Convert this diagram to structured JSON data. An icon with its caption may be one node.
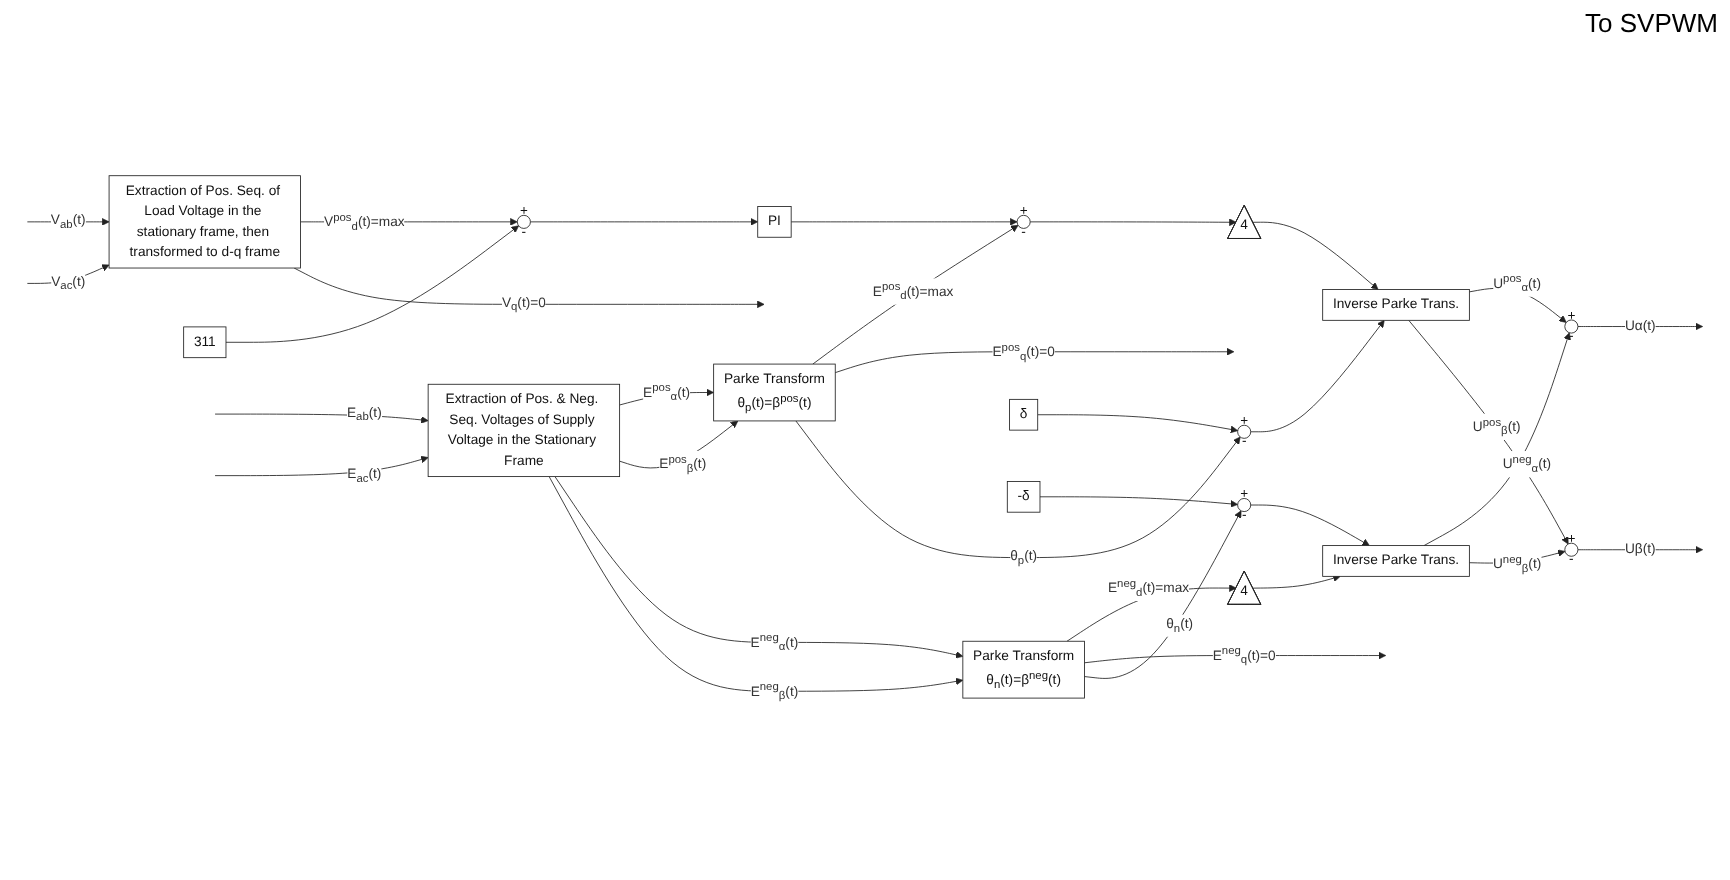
{
  "diagram": {
    "nodes": [
      {
        "text": [
          "Extraction of Pos. & Neg. Seq. Voltages of Supply Voltage in the Stationary Frame"
        ]
      },
      {
        "text": [
          "Parke Transform",
          "θ$_{p}$(t)=β$^{pos}$(t)"
        ]
      },
      {
        "text": [
          "Parke Transform",
          "θ$_{n}$(t)=β$^{neg}$(t)"
        ]
      },
      {
        "text": [
          "+",
          "-"
        ]
      },
      {
        "text": [
          "+",
          "-"
        ]
      },
      {
        "text": [
          "δ"
        ]
      },
      {
        "text": [
          "4"
        ]
      },
      {
        "text": [
          "Inverse Parke Trans."
        ]
      },
      {
        "text": [
          "+",
          "-"
        ]
      },
      {
        "text": [
          "+",
          "-"
        ]
      },
      {
        "text": [
          "+",
          "-"
        ]
      },
      {
        "text": [
          "-δ"
        ]
      },
      {
        "text": [
          "4"
        ]
      },
      {
        "text": [
          "Inverse Parke Trans."
        ]
      },
      {
        "text": [
          "Extraction of Pos. Seq. of Load Voltage in the stationary frame, then transformed to d-q frame"
        ]
      },
      {
        "text": [
          "+",
          "-"
        ]
      },
      {
        "text": [
          "311"
        ]
      },
      {
        "text": [
          "PI"
        ]
      }
    ],
    "edges": [
      {
        "from": null,
        "to": 0,
        "arrow": "to",
        "label": "E$_{ab}$(t)"
      },
      {
        "from": null,
        "to": 0,
        "arrow": "to",
        "label": "E$_{ac}$(t)"
      },
      {
        "from": 0,
        "to": 1,
        "arrow": "to",
        "label": "E$^{pos}$$_{α}$(t)"
      },
      {
        "from": 0,
        "to": 1,
        "arrow": "to",
        "label": "E$^{pos}$$_{β}$(t)"
      },
      {
        "from": 0,
        "to": 2,
        "arrow": "to",
        "label": "E$^{neg}$$_{α}$(t)"
      },
      {
        "from": 0,
        "to": 2,
        "arrow": "to",
        "label": "E$^{neg}$$_{β}$(t)"
      },
      {
        "from": 1,
        "to": 3,
        "arrow": "to",
        "label": "E$^{pos}$$_{d}$(t)=max"
      },
      {
        "from": 1,
        "to": null,
        "arrow": "to",
        "label": "E$^{pos}$$_{q}$(t)=0"
      },
      {
        "from": 1,
        "to": 4,
        "arrow": "to",
        "label": "θ$_{p}$(t)"
      },
      {
        "from": 5,
        "to": 4,
        "arrow": "to"
      },
      {
        "from": 3,
        "to": 6,
        "arrow": "to"
      },
      {
        "from": 6,
        "to": 7,
        "arrow": "to"
      },
      {
        "from": 4,
        "to": 7,
        "arrow": "to"
      },
      {
        "from": 7,
        "to": 8,
        "arrow": "to",
        "label": "U$^{pos}$$_{α}$(t)"
      },
      {
        "from": 7,
        "to": 9,
        "arrow": "to",
        "label": "U$^{pos}$$_{β}$(t)"
      },
      {
        "from": 8,
        "to": null,
        "arrow": "to",
        "label": "Uα(t)"
      },
      {
        "from": 9,
        "to": null,
        "arrow": "to",
        "label": "Uβ(t)"
      },
      {
        "from": 2,
        "to": 12,
        "arrow": "to",
        "label": "E$^{neg}$$_{d}$(t)=max"
      },
      {
        "from": 2,
        "to": null,
        "arrow": "to",
        "label": "E$^{neg}$$_{q}$(t)=0"
      },
      {
        "from": 2,
        "to": 10,
        "arrow": "to",
        "label": "θ$_{n}$(t)"
      },
      {
        "from": 11,
        "to": 10,
        "arrow": "to"
      },
      {
        "from": 12,
        "to": 13,
        "arrow": "to"
      },
      {
        "from": 10,
        "to": 13,
        "arrow": "to"
      },
      {
        "from": 13,
        "to": 8,
        "arrow": "to",
        "label": "U$^{neg}$$_{α}$(t)"
      },
      {
        "from": 13,
        "to": 9,
        "arrow": "to",
        "label": "U$^{neg}$$_{β}$(t)"
      },
      {
        "from": null,
        "to": 14,
        "arrow": "to",
        "label": "V$_{ab}$(t)"
      },
      {
        "from": null,
        "to": 14,
        "arrow": "to",
        "label": "V$_{ac}$(t)"
      },
      {
        "from": 14,
        "to": 15,
        "arrow": "to",
        "label": "V$^{pos}$$_{d}$(t)=max"
      },
      {
        "from": 14,
        "to": null,
        "arrow": "to",
        "label": "V$_{q}$(t)=0"
      },
      {
        "from": 16,
        "to": 15,
        "arrow": "to"
      },
      {
        "from": 15,
        "to": 17,
        "arrow": "to"
      },
      {
        "from": 17,
        "to": 3,
        "arrow": "to"
      }
    ],
    "labels": [
      "To SVPWM"
    ]
  }
}
